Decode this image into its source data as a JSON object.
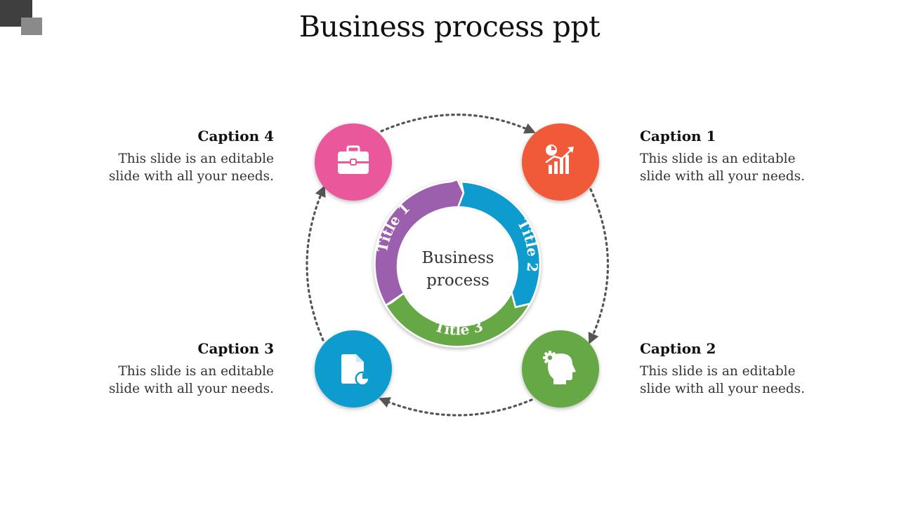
{
  "slide": {
    "title": "Business process ppt"
  },
  "center": {
    "line1": "Business",
    "line2": "process"
  },
  "segments": [
    {
      "label": "Title 1",
      "color": "#9b5fad"
    },
    {
      "label": "Title 2",
      "color": "#0f9ccd"
    },
    {
      "label": "Title 3",
      "color": "#66a844"
    }
  ],
  "nodes": [
    {
      "id": "node-1",
      "icon": "chart-growth-icon",
      "color": "#f05a38"
    },
    {
      "id": "node-2",
      "icon": "head-gear-icon",
      "color": "#66a844"
    },
    {
      "id": "node-3",
      "icon": "document-pie-icon",
      "color": "#0f9ccd"
    },
    {
      "id": "node-4",
      "icon": "briefcase-icon",
      "color": "#e9599b"
    }
  ],
  "captions": {
    "c1": {
      "heading": "Caption 1",
      "line1": "This slide is an editable",
      "line2": "slide with all your needs."
    },
    "c2": {
      "heading": "Caption 2",
      "line1": "This slide is an editable",
      "line2": "slide with all your needs."
    },
    "c3": {
      "heading": "Caption 3",
      "line1": "This slide is an editable",
      "line2": "slide with all your needs."
    },
    "c4": {
      "heading": "Caption 4",
      "line1": "This slide is an editable",
      "line2": "slide with all your needs."
    }
  }
}
